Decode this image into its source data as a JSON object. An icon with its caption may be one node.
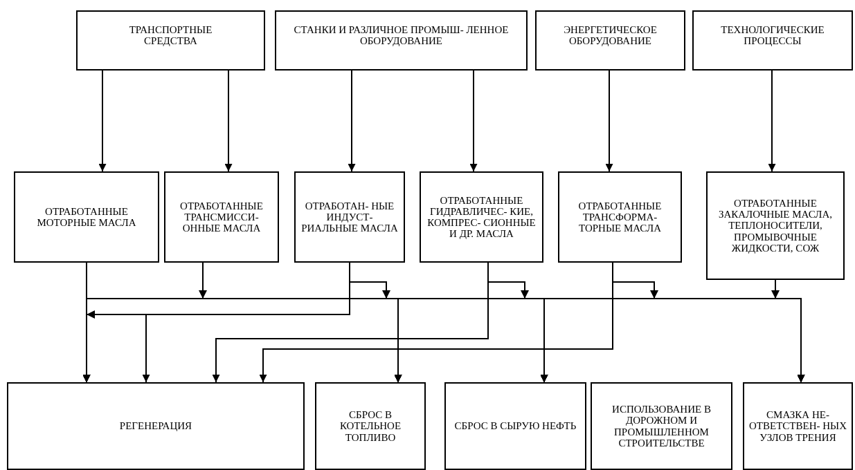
{
  "diagram": {
    "nodes": [
      {
        "text": [
          "ТРАНСПОРТНЫЕ СРЕДСТВА"
        ]
      },
      {
        "text": [
          "СТАНКИ И РАЗЛИЧНОЕ ПРОМЫШ- ЛЕННОЕ ОБОРУДОВАНИЕ"
        ]
      },
      {
        "text": [
          "ЭНЕРГЕТИЧЕСКОЕ ОБОРУДОВАНИЕ"
        ]
      },
      {
        "text": [
          "ТЕХНОЛОГИЧЕСКИЕ ПРОЦЕССЫ"
        ]
      },
      {
        "text": [
          "ОТРАБОТАННЫЕ МОТОРНЫЕ МАСЛА"
        ]
      },
      {
        "text": [
          "ОТРАБОТАННЫЕ ТРАНСМИССИ- ОННЫЕ МАСЛА"
        ]
      },
      {
        "text": [
          "ОТРАБОТАН- НЫЕ ИНДУСТ- РИАЛЬНЫЕ МАСЛА"
        ]
      },
      {
        "text": [
          "ОТРАБОТАННЫЕ ГИДРАВЛИЧЕС- КИЕ, КОМПРЕС- СИОННЫЕ И ДР. МАСЛА"
        ]
      },
      {
        "text": [
          "ОТРАБОТАННЫЕ ТРАНСФОРМА- ТОРНЫЕ МАСЛА"
        ]
      },
      {
        "text": [
          "ОТРАБОТАННЫЕ ЗАКАЛОЧНЫЕ МАСЛА, ТЕПЛОНОСИТЕЛИ, ПРОМЫВОЧНЫЕ ЖИДКОСТИ, СОЖ"
        ]
      },
      {
        "text": [
          "РЕГЕНЕРАЦИЯ"
        ]
      },
      {
        "text": [
          "СБРОС В КОТЕЛЬНОЕ ТОПЛИВО"
        ]
      },
      {
        "text": [
          "СБРОС В СЫРУЮ НЕФТЬ"
        ]
      },
      {
        "text": [
          "ИСПОЛЬЗОВАНИЕ В ДОРОЖНОМ И ПРОМЫШЛЕННОМ СТРОИТЕЛЬСТВЕ"
        ]
      },
      {
        "text": [
          "СМАЗКА НЕ- ОТВЕТСТВЕН- НЫХ УЗЛОВ ТРЕНИЯ"
        ]
      }
    ],
    "edges": [
      {
        "from": 0,
        "to": 4,
        "arrow": "to"
      },
      {
        "from": 0,
        "to": 5,
        "arrow": "to"
      },
      {
        "from": 1,
        "to": 6,
        "arrow": "to"
      },
      {
        "from": 1,
        "to": 7,
        "arrow": "to"
      },
      {
        "from": 2,
        "to": 8,
        "arrow": "to"
      },
      {
        "from": 3,
        "to": 9,
        "arrow": "to"
      },
      {
        "from": 4,
        "to": 10,
        "arrow": "to"
      },
      {
        "from": 4,
        "to": 11,
        "arrow": "to"
      },
      {
        "from": 4,
        "to": 12,
        "arrow": "to"
      },
      {
        "from": 4,
        "to": 14,
        "arrow": "to"
      },
      {
        "from": 5,
        "to": 10,
        "arrow": "to"
      },
      {
        "from": 5,
        "to": 11,
        "arrow": "to"
      },
      {
        "from": 5,
        "to": 12,
        "arrow": "to"
      },
      {
        "from": 5,
        "to": 14,
        "arrow": "to"
      },
      {
        "from": 6,
        "to": 10,
        "arrow": "to"
      },
      {
        "from": 6,
        "to": 11,
        "arrow": "to"
      },
      {
        "from": 6,
        "to": 12,
        "arrow": "to"
      },
      {
        "from": 6,
        "to": 14,
        "arrow": "to"
      },
      {
        "from": 7,
        "to": 10,
        "arrow": "to"
      },
      {
        "from": 7,
        "to": 11,
        "arrow": "to"
      },
      {
        "from": 7,
        "to": 12,
        "arrow": "to"
      },
      {
        "from": 7,
        "to": 14,
        "arrow": "to"
      },
      {
        "from": 8,
        "to": 10,
        "arrow": "to"
      },
      {
        "from": 8,
        "to": 11,
        "arrow": "to"
      },
      {
        "from": 8,
        "to": 12,
        "arrow": "to"
      },
      {
        "from": 8,
        "to": 14,
        "arrow": "to"
      },
      {
        "from": 9,
        "to": 10,
        "arrow": "to"
      },
      {
        "from": 9,
        "to": 11,
        "arrow": "to"
      },
      {
        "from": 9,
        "to": 12,
        "arrow": "to"
      },
      {
        "from": 9,
        "to": 14,
        "arrow": "to"
      },
      {
        "from": 6,
        "to": 10,
        "arrow": "to"
      },
      {
        "from": 6,
        "to": 10,
        "arrow": "to"
      },
      {
        "from": 7,
        "to": 10,
        "arrow": "to"
      },
      {
        "from": 8,
        "to": 10,
        "arrow": "to"
      }
    ]
  }
}
